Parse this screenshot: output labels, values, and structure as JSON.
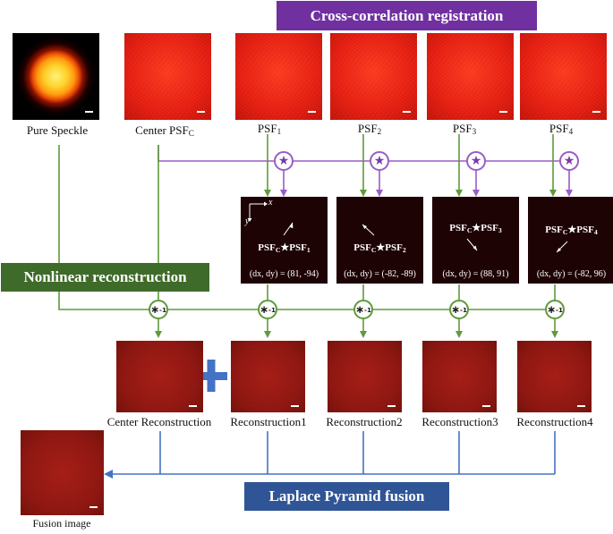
{
  "banners": {
    "cross_correlation": "Cross-correlation registration",
    "nonlinear": "Nonlinear reconstruction",
    "laplace": "Laplace Pyramid fusion"
  },
  "labels": {
    "pure_speckle": "Pure Speckle",
    "center_psf": "Center PSF",
    "center_psf_sub": "C",
    "psf_prefix": "PSF",
    "psf_subs": [
      "1",
      "2",
      "3",
      "4"
    ],
    "center_reconstruction": "Center Reconstruction",
    "reconstructions": [
      "Reconstruction1",
      "Reconstruction2",
      "Reconstruction3",
      "Reconstruction4"
    ],
    "fusion_image": "Fusion image"
  },
  "correlations": [
    {
      "lhs": "PSF",
      "lhs_sub": "C",
      "op": "★",
      "rhs": "PSF",
      "rhs_sub": "1",
      "offset": "(dx, dy) = (81, -94)"
    },
    {
      "lhs": "PSF",
      "lhs_sub": "C",
      "op": "★",
      "rhs": "PSF",
      "rhs_sub": "2",
      "offset": "(dx, dy) = (-82, -89)"
    },
    {
      "lhs": "PSF",
      "lhs_sub": "C",
      "op": "★",
      "rhs": "PSF",
      "rhs_sub": "3",
      "offset": "(dx, dy) = (88, 91)"
    },
    {
      "lhs": "PSF",
      "lhs_sub": "C",
      "op": "★",
      "rhs": "PSF",
      "rhs_sub": "4",
      "offset": "(dx, dy) = (-82, 96)"
    }
  ],
  "axes": {
    "x": "x",
    "y": "y"
  },
  "operators": {
    "star": "★",
    "deconv": "∗",
    "deconv_sup": "-1",
    "plus": "+"
  },
  "colors": {
    "purple": "#7030a0",
    "green": "#3f6b2a",
    "blue": "#2f5597",
    "wire_purple": "#9a5cc6",
    "wire_green": "#5f9a3b",
    "wire_blue": "#4472c4"
  }
}
